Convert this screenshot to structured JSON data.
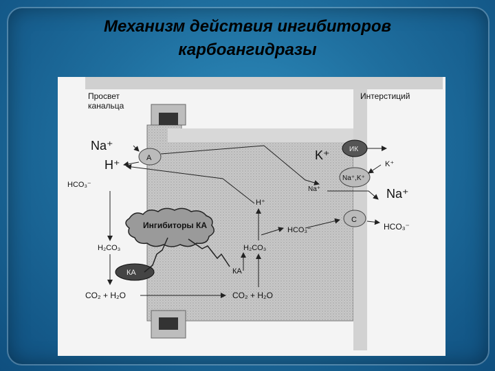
{
  "slide": {
    "title_line1": "Механизм  действия ингибиторов",
    "title_line2": "карбоангидразы"
  },
  "diagram": {
    "lumen_label_1": "Просвет",
    "lumen_label_2": "канальца",
    "interstitium_label": "Интерстиций",
    "na_plus_left": "Na⁺",
    "h_plus_left": "H⁺",
    "transporter_a": "A",
    "hco3_left": "HCO₃⁻",
    "h2co3_left": "H₂CO₃",
    "ka_left": "КА",
    "co2_h2o_left": "CO₂ + H₂O",
    "inhibitors_label": "Ингибиторы КА",
    "h_plus_inner": "H⁺",
    "hco3_inner": "HCO₃⁻",
    "h2co3_inner": "H₂CO₃",
    "ka_inner": "КА",
    "co2_h2o_inner": "CO₂ + H₂O",
    "k_plus_right": "K⁺",
    "ik_label": "ИК",
    "k_plus_small": "K⁺",
    "na_k_pump": "Na⁺,K⁺",
    "na_plus_inner": "Na⁺",
    "na_plus_right": "Na⁺",
    "transporter_c": "C",
    "hco3_right": "HCO₃⁻"
  }
}
